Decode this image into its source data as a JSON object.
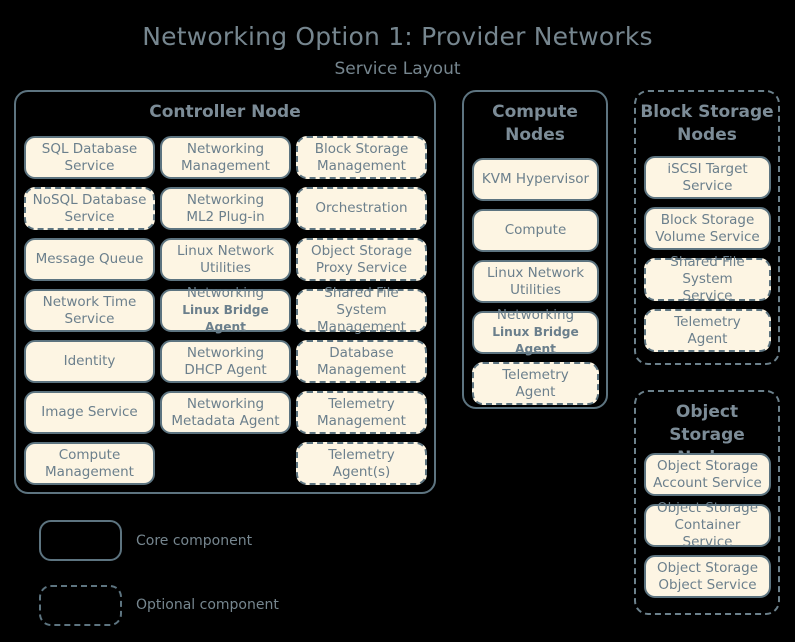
{
  "header": {
    "title": "Networking Option 1: Provider Networks",
    "subtitle": "Service Layout"
  },
  "nodes": {
    "controller": {
      "title": "Controller Node",
      "optional": false,
      "columns": [
        {
          "services": [
            {
              "line1": "SQL Database",
              "line2": "Service",
              "optional": false
            },
            {
              "line1": "NoSQL Database",
              "line2": "Service",
              "optional": true
            },
            {
              "line1": "Message Queue",
              "line2": "",
              "optional": false
            },
            {
              "line1": "Network Time",
              "line2": "Service",
              "optional": false
            },
            {
              "line1": "Identity",
              "line2": "",
              "optional": false
            },
            {
              "line1": "Image Service",
              "line2": "",
              "optional": false
            },
            {
              "line1": "Compute",
              "line2": "Management",
              "optional": false
            }
          ]
        },
        {
          "services": [
            {
              "line1": "Networking",
              "line2": "Management",
              "optional": false
            },
            {
              "line1": "Networking",
              "line2": "ML2 Plug-in",
              "optional": false
            },
            {
              "line1": "Linux Network",
              "line2": "Utilities",
              "optional": false
            },
            {
              "line1": "Networking",
              "line2": "Linux Bridge Agent",
              "small2": true,
              "optional": false
            },
            {
              "line1": "Networking",
              "line2": "DHCP Agent",
              "optional": false
            },
            {
              "line1": "Networking",
              "line2": "Metadata Agent",
              "optional": false
            }
          ]
        },
        {
          "services": [
            {
              "line1": "Block Storage",
              "line2": "Management",
              "optional": true
            },
            {
              "line1": "Orchestration",
              "line2": "",
              "optional": true
            },
            {
              "line1": "Object Storage",
              "line2": "Proxy Service",
              "optional": true
            },
            {
              "line1": "Shared File System",
              "line2": "Management",
              "optional": true
            },
            {
              "line1": "Database",
              "line2": "Management",
              "optional": true
            },
            {
              "line1": "Telemetry",
              "line2": "Management",
              "optional": true
            },
            {
              "line1": "Telemetry",
              "line2": "Agent(s)",
              "optional": true
            }
          ]
        }
      ]
    },
    "compute": {
      "title_line1": "Compute",
      "title_line2": "Nodes",
      "optional": false,
      "services": [
        {
          "line1": "KVM Hypervisor",
          "line2": "",
          "optional": false
        },
        {
          "line1": "Compute",
          "line2": "",
          "optional": false
        },
        {
          "line1": "Linux Network",
          "line2": "Utilities",
          "optional": false
        },
        {
          "line1": "Networking",
          "line2": "Linux Bridge Agent",
          "small2": true,
          "optional": false
        },
        {
          "line1": "Telemetry",
          "line2": "Agent",
          "optional": true
        }
      ]
    },
    "block_storage": {
      "title_line1": "Block Storage",
      "title_line2": "Nodes",
      "optional": true,
      "services": [
        {
          "line1": "iSCSI Target",
          "line2": "Service",
          "optional": false
        },
        {
          "line1": "Block Storage",
          "line2": "Volume Service",
          "optional": false
        },
        {
          "line1": "Shared File System",
          "line2": "Service",
          "optional": true
        },
        {
          "line1": "Telemetry",
          "line2": "Agent",
          "optional": true
        }
      ]
    },
    "object_storage": {
      "title_line1": "Object",
      "title_line2": "Storage Nodes",
      "optional": true,
      "services": [
        {
          "line1": "Object Storage",
          "line2": "Account Service",
          "optional": false
        },
        {
          "line1": "Object Storage",
          "line2": "Container Service",
          "optional": false
        },
        {
          "line1": "Object Storage",
          "line2": "Object Service",
          "optional": false
        }
      ]
    }
  },
  "legend": {
    "core_label": "Core component",
    "optional_label": "Optional component"
  },
  "colors": {
    "background": "#000000",
    "text": "#76868f",
    "box_fill": "#fdf5e3",
    "border": "#5d7480"
  }
}
